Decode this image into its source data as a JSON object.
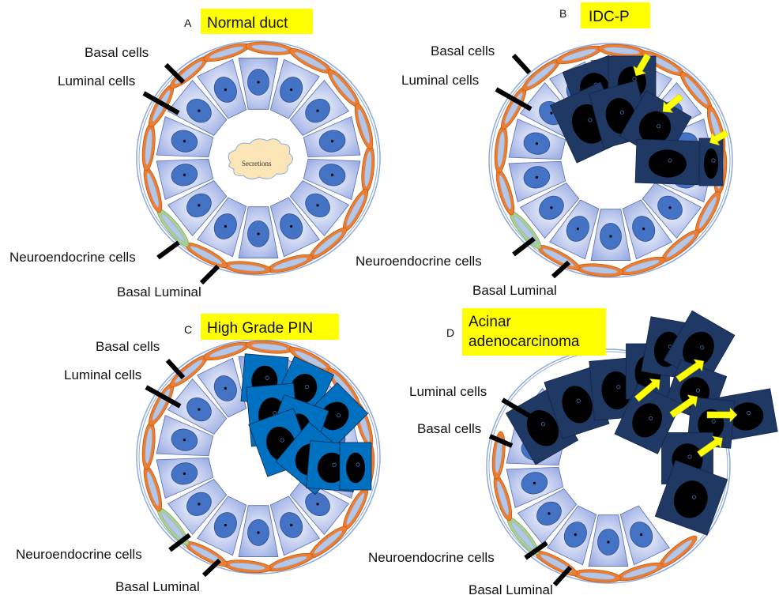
{
  "colors": {
    "title_highlight": "#ffff00",
    "basal_cell_outer": "#ed7d31",
    "basal_cell_inner": "#b4c7e7",
    "luminal_cell_light": "#f0f3fc",
    "luminal_cell_dark": "#8fa3e0",
    "luminal_nucleus": "#4472c4",
    "neuroendocrine": "#a9d18e",
    "membrane": "#8ea9db",
    "idc_cell": "#1f3864",
    "pin_cell": "#0070c0",
    "tumor_nucleus": "#000000",
    "arrow_yellow": "#ffff00",
    "pointer_arrow": "#000000",
    "secretions_fill": "#fbe5b6"
  },
  "panels": [
    {
      "id": "A",
      "letter": "A",
      "title_lines": [
        "Normal duct"
      ],
      "labels": {
        "basal_cells": "Basal cells",
        "luminal_cells": "Luminal cells",
        "neuroendocrine_cells": "Neuroendocrine cells",
        "basal_luminal": "Basal Luminal"
      },
      "lumen_content": "Secretions"
    },
    {
      "id": "B",
      "letter": "B",
      "title_lines": [
        "IDC-P"
      ],
      "labels": {
        "basal_cells": "Basal cells",
        "luminal_cells": "Luminal cells",
        "neuroendocrine_cells": "Neuroendocrine cells",
        "basal_luminal": "Basal Luminal"
      }
    },
    {
      "id": "C",
      "letter": "C",
      "title_lines": [
        "High Grade PIN"
      ],
      "labels": {
        "basal_cells": "Basal cells",
        "luminal_cells": "Luminal cells",
        "neuroendocrine_cells": "Neuroendocrine cells",
        "basal_luminal": "Basal Luminal"
      }
    },
    {
      "id": "D",
      "letter": "D",
      "title_lines": [
        "Acinar",
        "adenocarcinoma"
      ],
      "labels": {
        "luminal_cells": "Luminal cells",
        "basal_cells": "Basal cells",
        "neuroendocrine_cells": "Neuroendocrine cells",
        "basal_luminal": "Basal Luminal"
      }
    }
  ]
}
